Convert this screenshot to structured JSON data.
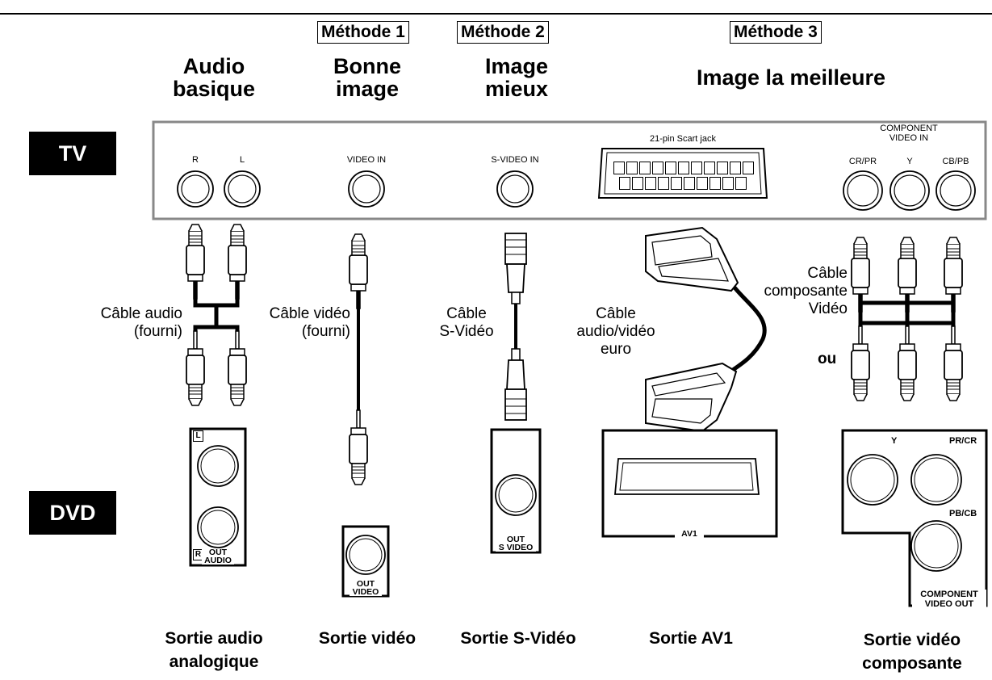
{
  "methods": {
    "m1": "Méthode 1",
    "m2": "Méthode 2",
    "m3": "Méthode 3"
  },
  "headers": {
    "audio": "Audio\nbasique",
    "m1": "Bonne\nimage",
    "m2": "Image\nmieux",
    "m3": "Image la meilleure"
  },
  "side": {
    "tv": "TV",
    "dvd": "DVD"
  },
  "tv_panel": {
    "r": "R",
    "l": "L",
    "video_in": "VIDEO IN",
    "svideo_in": "S-VIDEO IN",
    "scart": "21-pin Scart jack",
    "component_in": "COMPONENT\nVIDEO IN",
    "cr_pr": "CR/PR",
    "y": "Y",
    "cb_pb": "CB/PB"
  },
  "cables": {
    "audio": "Câble audio\n(fourni)",
    "video": "Câble vidéo\n(fourni)",
    "svideo": "Câble\nS-Vidéo",
    "euro": "Câble\naudio/vidéo\neuro",
    "component": "Câble\ncomposante\nVidéo",
    "ou": "ou"
  },
  "dvd_panel": {
    "l": "L",
    "r": "R",
    "out_audio": "OUT\nAUDIO",
    "out_video": "OUT\nVIDEO",
    "out_svideo": "OUT\nS VIDEO",
    "av1": "AV1",
    "y": "Y",
    "pr_cr": "PR/CR",
    "pb_cb": "PB/CB",
    "component_out": "COMPONENT\nVIDEO OUT"
  },
  "bottom": {
    "audio": "Sortie audio\nanalogique",
    "video": "Sortie vidéo",
    "svideo": "Sortie S-Vidéo",
    "av1": "Sortie AV1",
    "component": "Sortie vidéo\ncomposante"
  }
}
